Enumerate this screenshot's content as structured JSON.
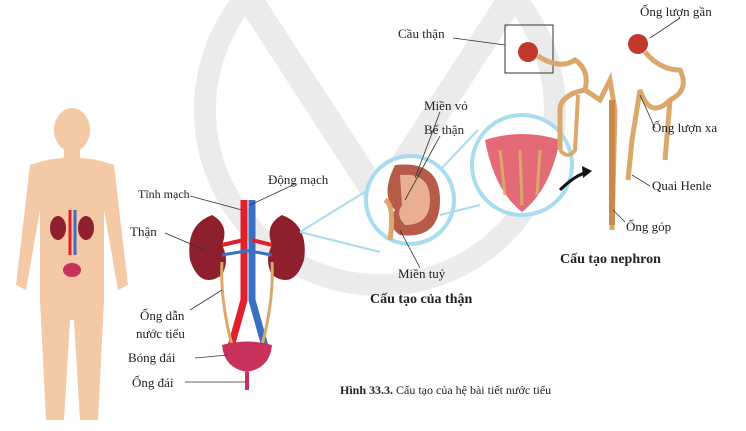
{
  "labels": {
    "glomerulus": "Cầu thận",
    "proximal_tubule": "Ống lượn gần",
    "cortex": "Miền vỏ",
    "renal_pelvis": "Bể thận",
    "distal_tubule": "Ống lượn xa",
    "artery": "Động mạch",
    "vein": "Tĩnh mạch",
    "loop_of_henle": "Quai Henle",
    "kidney": "Thận",
    "collecting_duct": "Ống góp",
    "medulla": "Miền tuỷ",
    "ureter_line1": "Ống dẫn",
    "ureter_line2": "nước tiểu",
    "bladder": "Bóng đái",
    "urethra": "Ống đái"
  },
  "titles": {
    "nephron": "Cấu tạo nephron",
    "kidney_structure": "Cấu tạo của thận"
  },
  "caption": {
    "number": "Hình 33.3.",
    "text": " Cấu tạo của hệ bài tiết nước tiểu"
  },
  "colors": {
    "skin": "#f4c9a6",
    "kidney": "#8e1f2c",
    "artery": "#e0202a",
    "vein": "#3a6fc4",
    "tubule": "#d9a86a",
    "bladder": "#c8325a"
  }
}
